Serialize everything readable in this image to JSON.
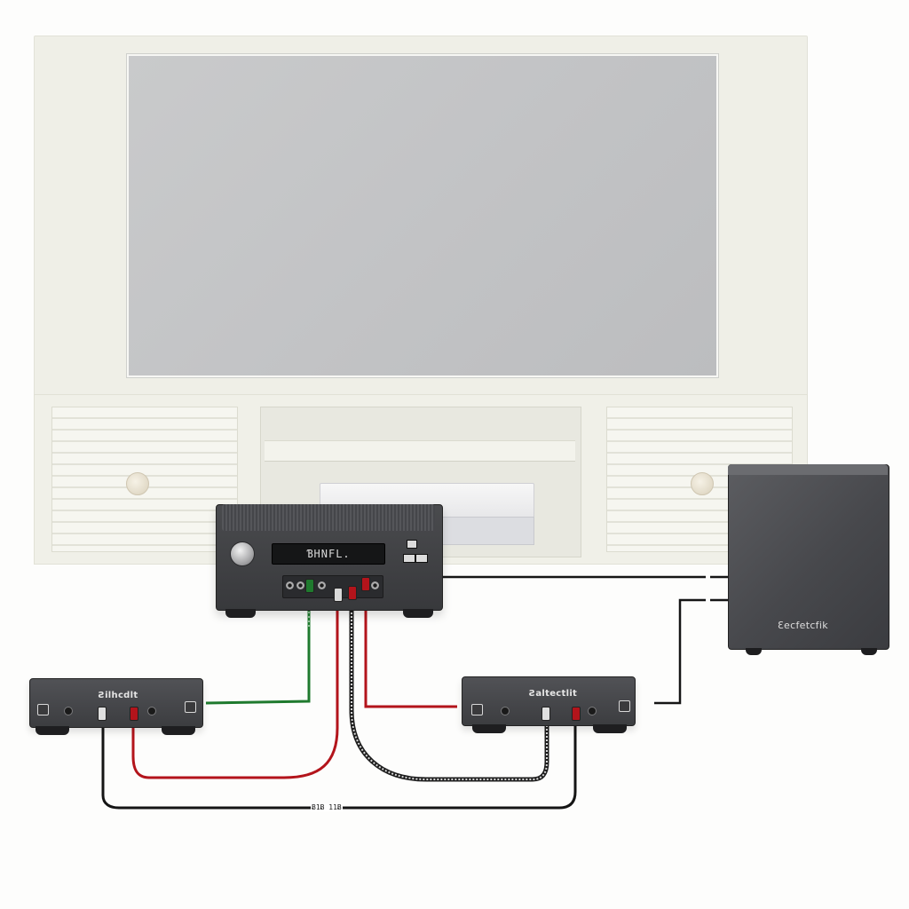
{
  "receiver": {
    "display_text": "ƁΗΝFL."
  },
  "amps": {
    "left_label": "Ƨilhcdlt",
    "right_label": "Ƨaltectlit"
  },
  "subwoofer": {
    "label": "Ɛecfetcfik"
  },
  "cable_tags": {
    "black_cable_tag": "Ƀ1Ƀ 11Ƀ"
  },
  "colors": {
    "green_cable": "#1f7a2e",
    "red_cable": "#b3141b",
    "black_cable": "#151515",
    "tv_screen": "#c4c5c7",
    "wall_unit": "#efefe7",
    "device_body": "#3f4043"
  }
}
